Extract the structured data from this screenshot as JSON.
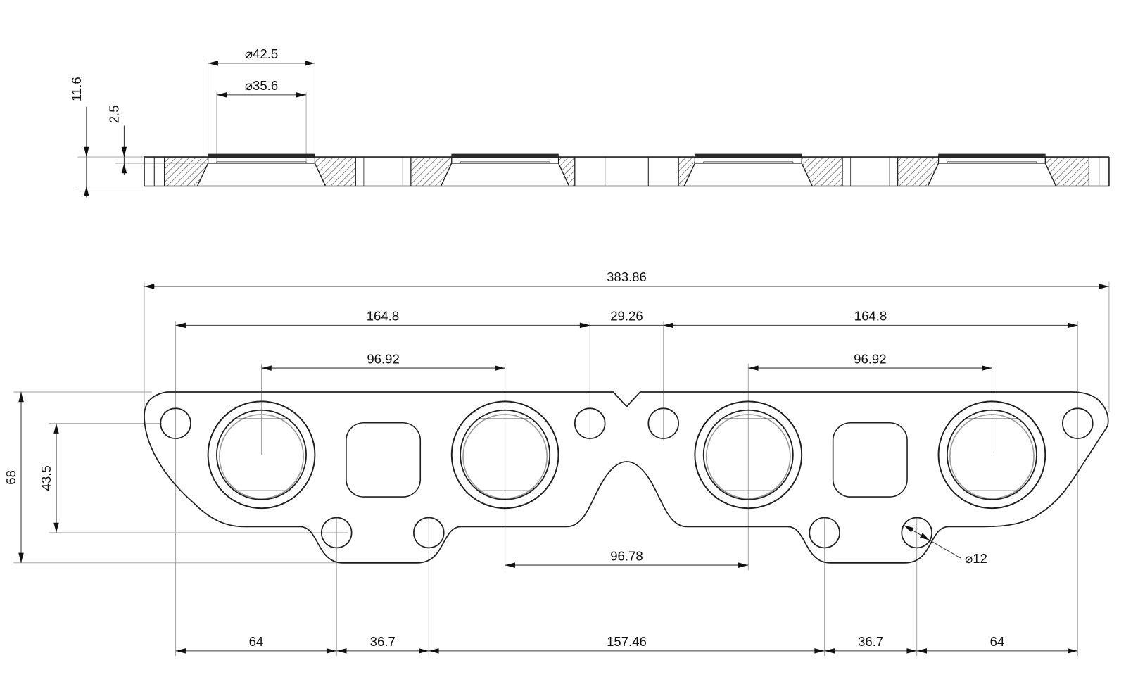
{
  "drawing": {
    "type": "engineering-drawing",
    "part": "exhaust-manifold-gasket",
    "views": [
      "section-view",
      "plan-view"
    ]
  },
  "dims": {
    "section_bead_od": "⌀42.5",
    "section_bore_id": "⌀35.6",
    "section_thickness": "11.6",
    "section_seat_depth": "2.5",
    "plan_overall_length": "383.86",
    "plan_left_span": "164.8",
    "plan_center_span": "29.26",
    "plan_right_span": "164.8",
    "plan_port_pitch_left": "96.92",
    "plan_port_pitch_right": "96.92",
    "plan_overall_height": "68",
    "plan_bolt_row_offset": "43.5",
    "plan_port_pitch_center": "96.78",
    "plan_small_hole_dia": "⌀12",
    "plan_chain_left_outer": "64",
    "plan_chain_left_inner": "36.7",
    "plan_chain_center": "157.46",
    "plan_chain_right_inner": "36.7",
    "plan_chain_right_outer": "64"
  },
  "colors": {
    "background": "#ffffff",
    "line": "#1f1f1f",
    "dim_line": "#3a3a3a",
    "text": "#111111",
    "extension": "#9b9b9b",
    "hatch": "#565656",
    "bead": "#2b2b2b",
    "inner_ring_grey": "#9b9b9b"
  }
}
